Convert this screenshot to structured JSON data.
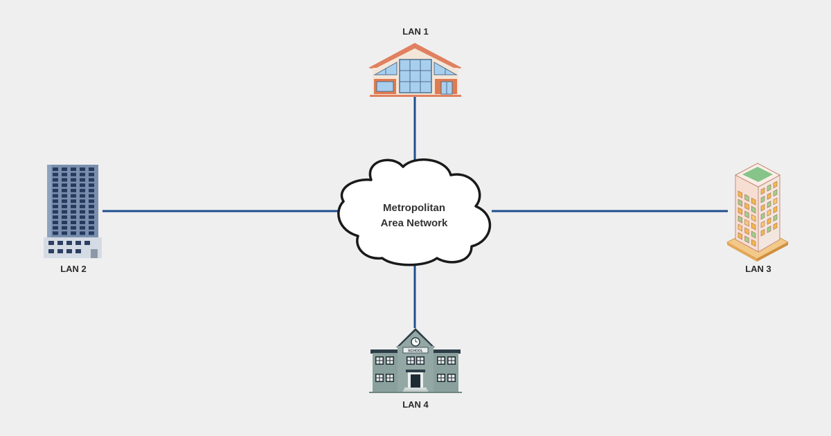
{
  "cloud": {
    "line1": "Metropolitan",
    "line2": "Area Network"
  },
  "nodes": {
    "lan1": {
      "label": "LAN 1",
      "icon": "house-building-icon"
    },
    "lan2": {
      "label": "LAN 2",
      "icon": "office-tower-icon"
    },
    "lan3": {
      "label": "LAN 3",
      "icon": "apartment-building-icon"
    },
    "lan4": {
      "label": "LAN 4",
      "icon": "school-building-icon",
      "sign": "SCHOOL"
    }
  },
  "colors": {
    "background": "#efefef",
    "link": "#1f4f8f",
    "cloud_stroke": "#1a1a1a",
    "cloud_fill": "#ffffff"
  }
}
